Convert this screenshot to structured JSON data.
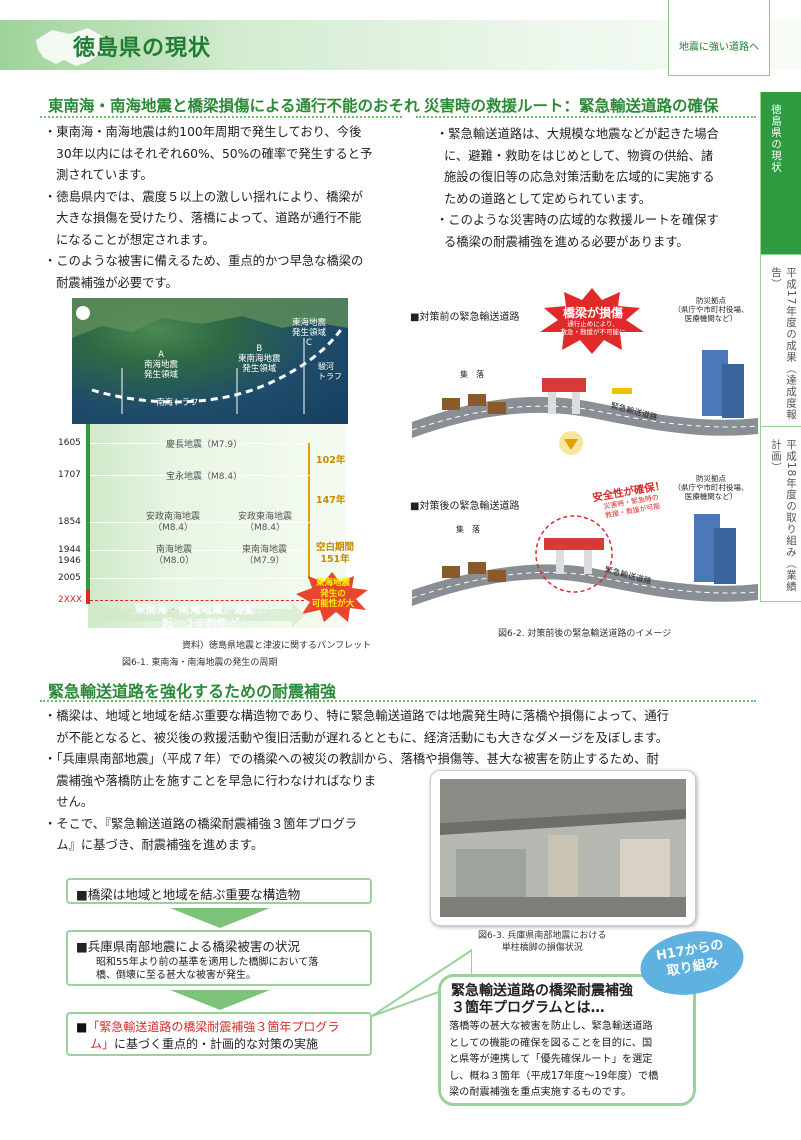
{
  "header": {
    "title": "徳島県の現状",
    "nav_tag": "地震に強い道路へ"
  },
  "side_tabs": [
    {
      "label": "徳島県の現状"
    },
    {
      "label": "平成17年度の成果（達成度報告）"
    },
    {
      "label": "平成18年度の取り組み（業績計画）"
    }
  ],
  "section1": {
    "heading": "東南海・南海地震と橋梁損傷による通行不能のおそれ",
    "bullets": [
      [
        "・東南海・南海地震は約100年周期で発生しており、今後",
        "30年以内にはそれぞれ60%、50%の確率で発生すると予",
        "測されています。"
      ],
      [
        "・徳島県内では、震度５以上の激しい揺れにより、橋梁が",
        "大きな損傷を受けたり、落橋によって、道路が通行不能",
        "になることが想定されます。"
      ],
      [
        "・このような被害に備えるため、重点的かつ早急な橋梁の",
        "耐震補強が必要です。"
      ]
    ]
  },
  "section2": {
    "heading": "災害時の救援ルート：緊急輸送道路の確保",
    "bullets": [
      [
        "・緊急輸送道路は、大規模な地震などが起きた場合",
        "に、避難・救助をはじめとして、物資の供給、諸",
        "施設の復旧等の応急対策活動を広域的に実施する",
        "ための道路として定められています。"
      ],
      [
        "・このような災害時の広域的な救援ルートを確保す",
        "る橋梁の耐震補強を進める必要があります。"
      ]
    ]
  },
  "figure1": {
    "map_labels": {
      "a": "A\n南海地震\n発生領域",
      "b": "B\n東南海地震\n発生領域",
      "c": "東海地震\n発生領域\nC",
      "suruga": "駿河\nトラフ",
      "nankai": "南海トラフ"
    },
    "years": [
      "1605",
      "1707",
      "1854",
      "1944",
      "1946",
      "2005",
      "2XXX"
    ],
    "events": [
      {
        "name": "慶長地震（M7.9）"
      },
      {
        "name": "宝永地震（M8.4）"
      },
      {
        "name": "安政南海地震\n（M8.4）"
      },
      {
        "name": "安政東海地震\n（M8.4）"
      },
      {
        "name": "南海地震\n（M8.0）"
      },
      {
        "name": "東南海地震\n（M7.9）"
      }
    ],
    "intervals": [
      "102年",
      "147年",
      "空白期間\n151年"
    ],
    "warning_burst": "東海地震\n発生の\n可能性が大",
    "arrow_text": "東南海・南海地震が連動して\n起こる可能性が大",
    "source": "資料）徳島県地震と津波に関するパンフレット",
    "caption": "図6-1. 東南海・南海地震の発生の周期"
  },
  "figure2": {
    "before_label": "■対策前の緊急輸送道路",
    "after_label": "■対策後の緊急輸送道路",
    "damage_burst_title": "橋梁が損傷",
    "damage_burst_sub": "通行止めにより、\n救急・救援が不可能に",
    "safe_title": "安全性が確保！",
    "safe_sub": "災害時・緊急時の\n救援・救援が可能",
    "base_label": "防災拠点\n（県庁や市町村役場、\n医療機関など）",
    "village": "集　落",
    "road": "緊急輸送道路",
    "caption": "図6-2. 対策前後の緊急輸送道路のイメージ"
  },
  "section3": {
    "heading": "緊急輸送道路を強化するための耐震補強",
    "lines": [
      "・橋梁は、地域と地域を結ぶ重要な構造物であり、特に緊急輸送道路では地震発生時に落橋や損傷によって、通行",
      "　が不能となると、被災後の救援活動や復旧活動が遅れるとともに、経済活動にも大きなダメージを及ぼします。",
      "・「兵庫県南部地震」（平成７年）での橋梁への被災の教訓から、落橋や損傷等、甚大な被害を防止するため、耐",
      "　震補強や落橋防止を施すことを早急に行わなければなりま",
      "　せん。",
      "・そこで、『緊急輸送道路の橋梁耐震補強３箇年プログラ",
      "　ム』に基づき、耐震補強を進めます。"
    ]
  },
  "photo": {
    "caption": "図6-3. 兵庫県南部地震における\n単柱橋脚の損傷状況"
  },
  "flow": {
    "box1": "■橋梁は地域と地域を結ぶ重要な構造物",
    "box2_title": "■兵庫県南部地震による橋梁被害の状況",
    "box2_body": "昭和55年より前の基準を適用した橋脚において落\n橋、倒壊に至る甚大な被害が発生。",
    "box3_red": "「緊急輸送道路の橋梁耐震補強３箇年プログラ",
    "box3_red2": "ム」",
    "box3_rest": "に基づく重点的・計画的な対策の実施"
  },
  "program": {
    "badge": "H17からの\n取り組み",
    "title": "緊急輸送道路の橋梁耐震補強\n３箇年プログラムとは…",
    "body": "落橋等の甚大な被害を防止し、緊急輸送道路\nとしての機能の確保を図ることを目的に、国\nと県等が連携して「優先確保ルート」を選定\nし、概ね３箇年（平成17年度〜19年度）で橋\n梁の耐震補強を重点実施するものです。"
  },
  "colors": {
    "brand_green": "#2c8a38",
    "warning_red": "#d62b2b",
    "accent_yellow": "#e0a000"
  }
}
